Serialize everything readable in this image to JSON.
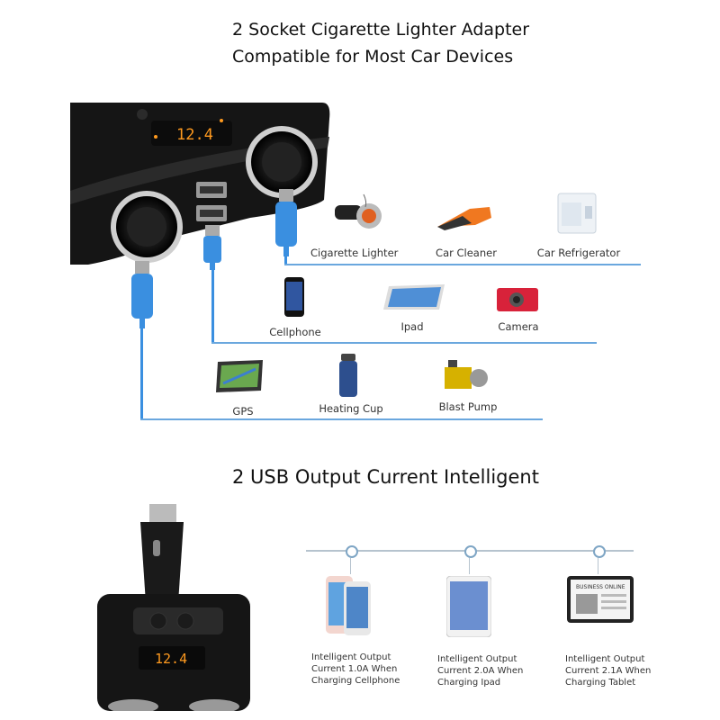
{
  "title": {
    "line1": "2 Socket Cigarette Lighter Adapter",
    "line2": "Compatible for Most Car Devices"
  },
  "device": {
    "display_value": "12.4"
  },
  "devices_row1": [
    {
      "label": "Cigarette Lighter",
      "icon": "cigarette-lighter-icon"
    },
    {
      "label": "Car Cleaner",
      "icon": "car-vacuum-icon"
    },
    {
      "label": "Car Refrigerator",
      "icon": "car-fridge-icon"
    }
  ],
  "devices_row2": [
    {
      "label": "Cellphone",
      "icon": "cellphone-icon"
    },
    {
      "label": "Ipad",
      "icon": "tablet-icon"
    },
    {
      "label": "Camera",
      "icon": "camera-icon"
    }
  ],
  "devices_row3": [
    {
      "label": "GPS",
      "icon": "gps-icon"
    },
    {
      "label": "Heating Cup",
      "icon": "heating-cup-icon"
    },
    {
      "label": "Blast Pump",
      "icon": "air-pump-icon"
    }
  ],
  "section2": {
    "heading": "2 USB Output Current Intelligent",
    "display_value": "12.4",
    "outputs": [
      {
        "line1": "Intelligent Output",
        "line2": "Current 1.0A When",
        "line3": "Charging Cellphone",
        "icon": "iphone-icon"
      },
      {
        "line1": "Intelligent Output",
        "line2": "Current 2.0A When",
        "line3": "Charging Ipad",
        "icon": "ipad-icon"
      },
      {
        "line1": "Intelligent Output",
        "line2": "Current 2.1A When",
        "line3": "Charging Tablet",
        "icon": "tablet-news-icon"
      }
    ],
    "tablet_screen_text": "BUSINESS ONLINE"
  }
}
